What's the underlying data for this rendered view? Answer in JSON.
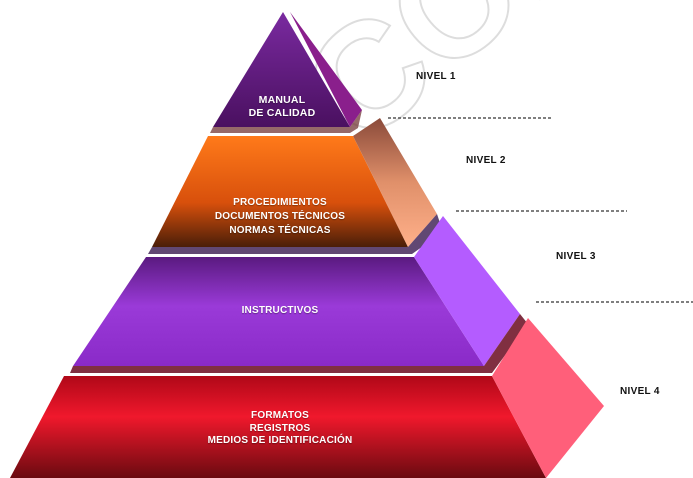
{
  "pyramid": {
    "levels": [
      {
        "label": "NIVEL 1",
        "lines": [
          "MANUAL",
          "DE CALIDAD"
        ],
        "front_color": "#5a1a78",
        "side_color": "#8a1f8c"
      },
      {
        "label": "NIVEL 2",
        "lines": [
          "PROCEDIMIENTOS",
          "DOCUMENTOS TÉCNICOS",
          "NORMAS TÉCNICAS"
        ],
        "front_color": "#e05a10",
        "side_color": "#c07a55"
      },
      {
        "label": "NIVEL 3",
        "lines": [
          "INSTRUCTIVOS"
        ],
        "front_color": "#8a2fc0",
        "side_color": "#b45cff"
      },
      {
        "label": "NIVEL 4",
        "lines": [
          "FORMATOS",
          "REGISTROS",
          "MEDIOS DE IDENTIFICACIÓN"
        ],
        "front_color": "#e0142a",
        "side_color": "#ff5f7a"
      }
    ],
    "watermark": "CONTROL"
  }
}
